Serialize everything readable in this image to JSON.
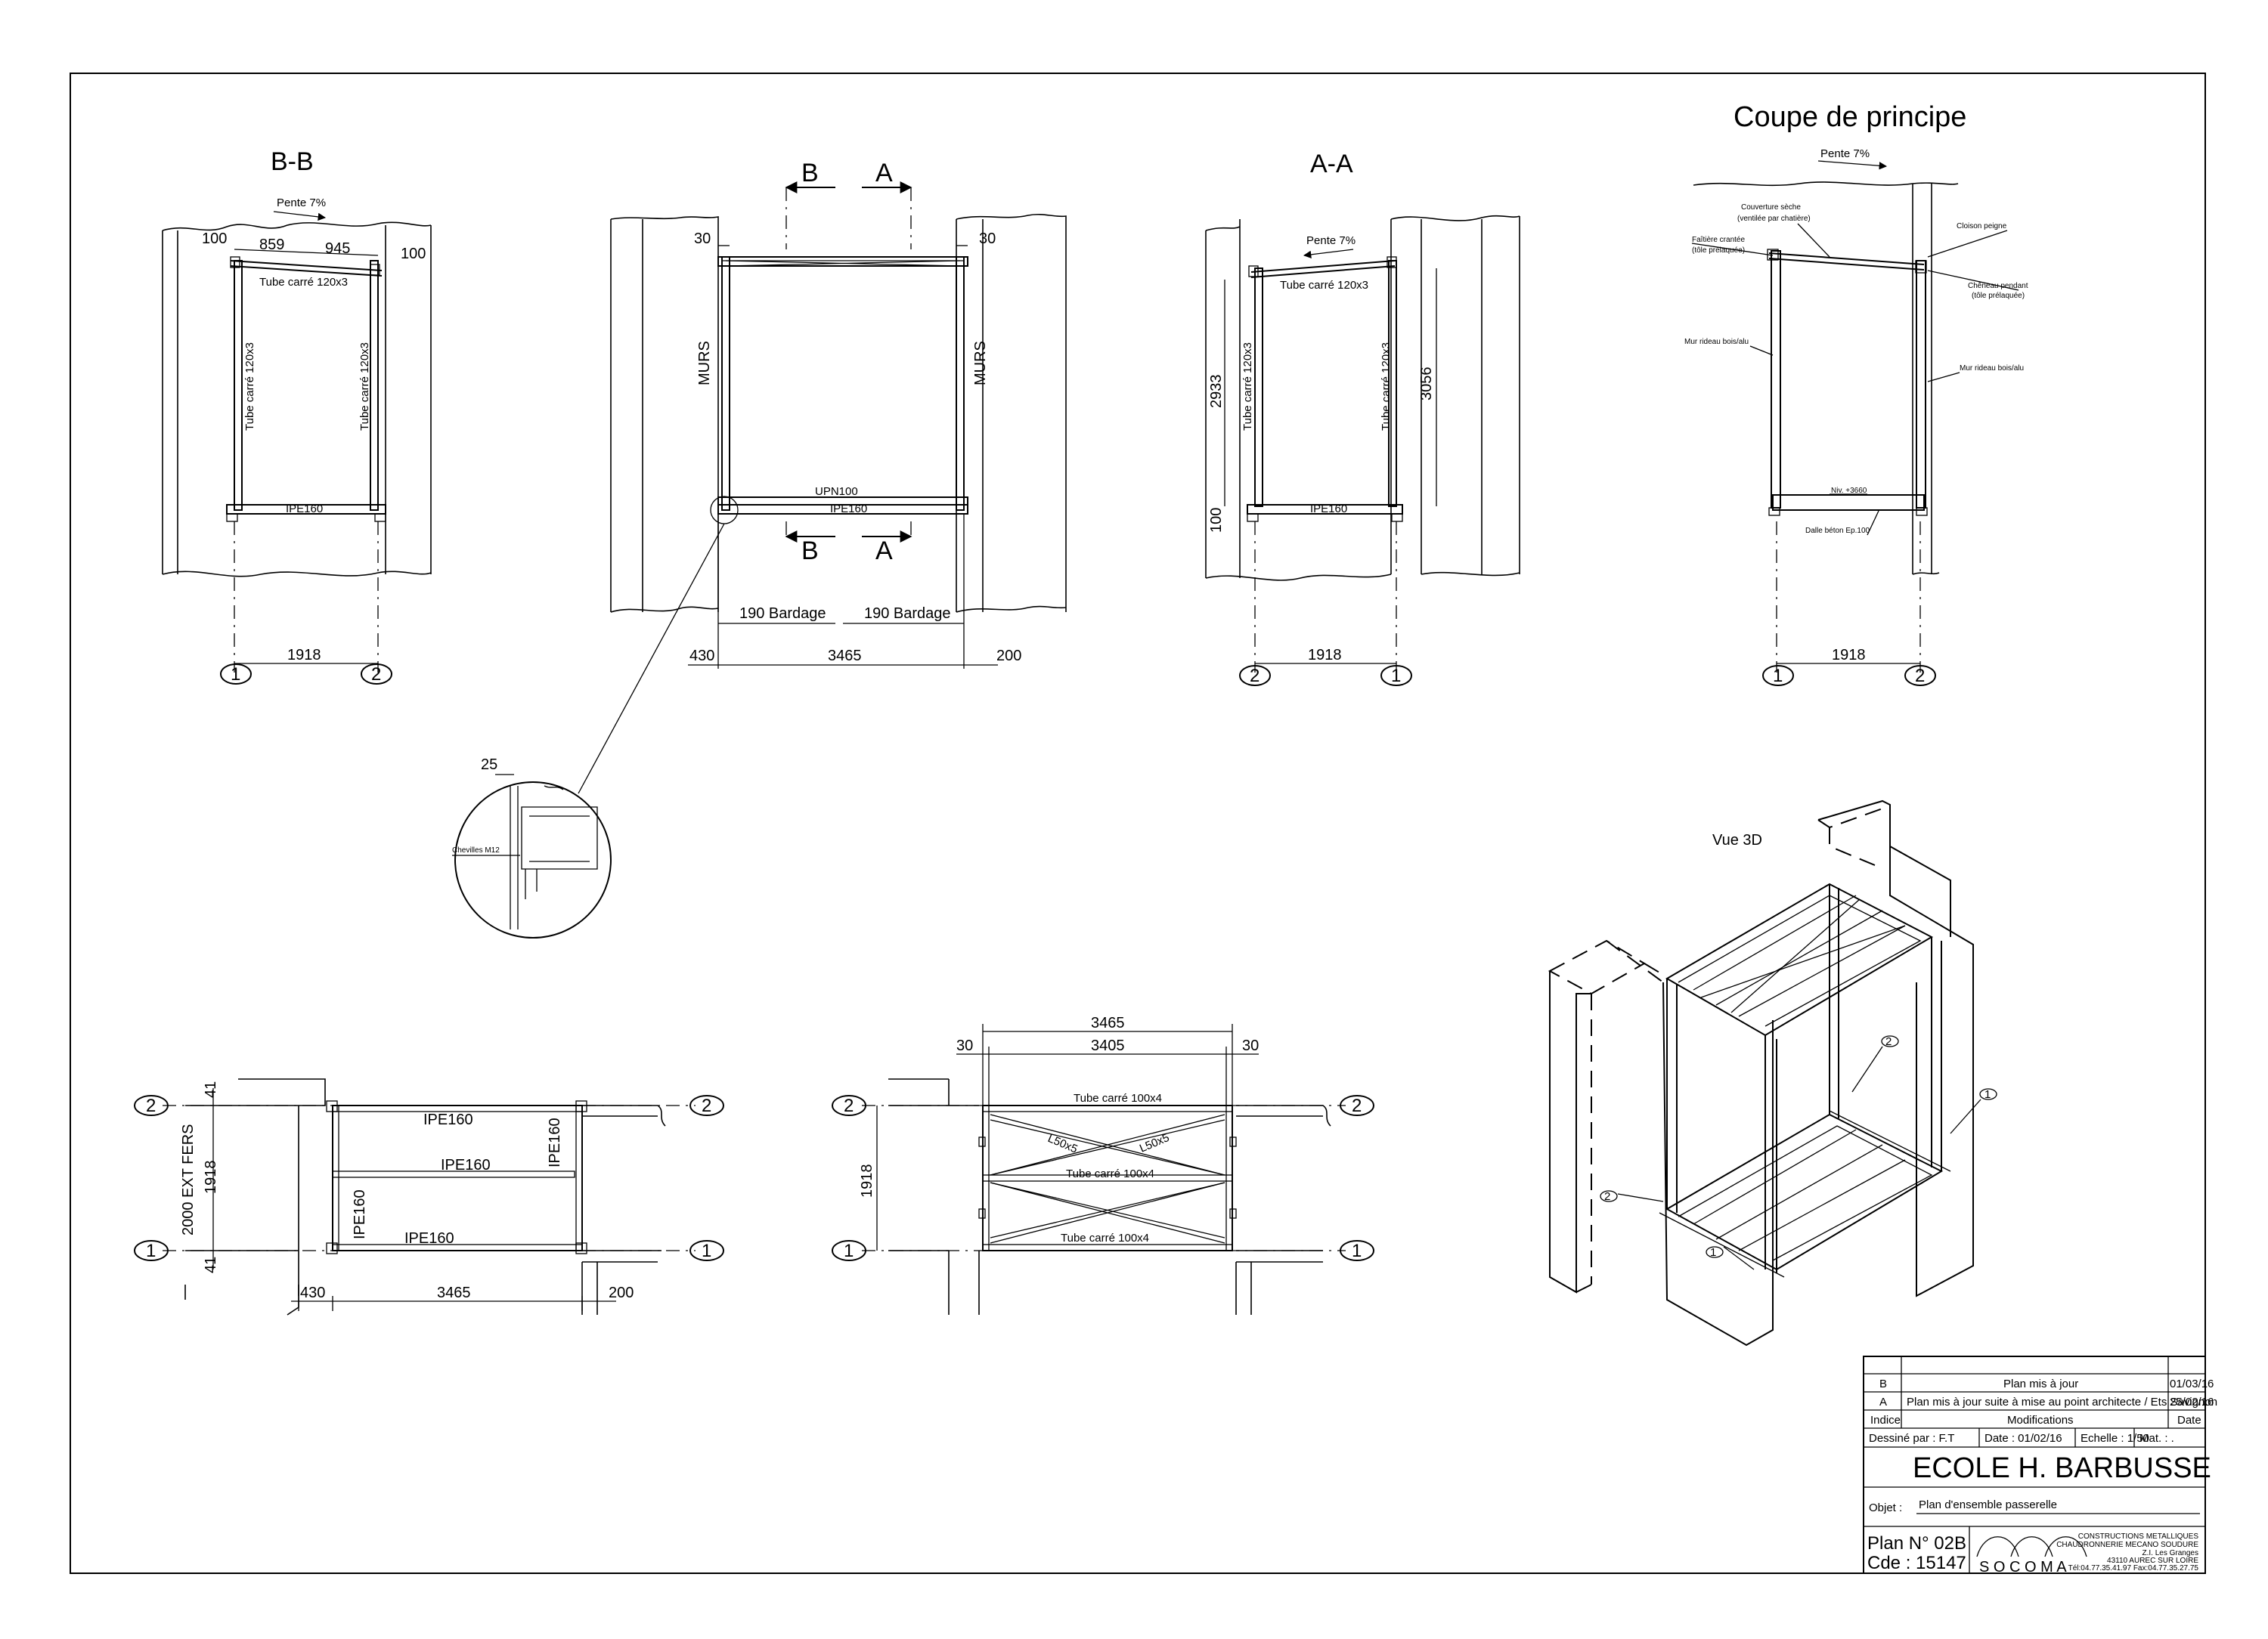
{
  "views": {
    "bb": {
      "title": "B-B",
      "pente": "Pente 7%",
      "dim_top_left": "100",
      "dim_top_mid1": "859",
      "dim_top_mid2": "945",
      "dim_top_right": "100",
      "tube_top": "Tube carré 120x3",
      "tube_left": "Tube carré 120x3",
      "tube_right": "Tube carré 120x3",
      "ipe": "IPE160",
      "dim_bottom": "1918",
      "axis_left": "1",
      "axis_right": "2"
    },
    "front": {
      "sec_b_top": "B",
      "sec_a_top": "A",
      "sec_b_bot": "B",
      "sec_a_bot": "A",
      "dim_30_left": "30",
      "dim_30_right": "30",
      "murs_left": "MURS",
      "murs_right": "MURS",
      "upn": "UPN100",
      "ipe": "IPE160",
      "bardage_left": "190 Bardage",
      "bardage_right": "190 Bardage",
      "dim_430": "430",
      "dim_3465": "3465",
      "dim_200": "200"
    },
    "aa": {
      "title": "A-A",
      "pente": "Pente 7%",
      "tube_top": "Tube carré 120x3",
      "tube_left": "Tube carré 120x3",
      "tube_right": "Tube carré 120x3",
      "dim_2933": "2933",
      "dim_3056": "3056",
      "dim_100": "100",
      "ipe": "IPE160",
      "dim_bottom": "1918",
      "axis_left": "2",
      "axis_right": "1"
    },
    "coupe": {
      "title": "Coupe de principe",
      "pente": "Pente 7%",
      "couverture": "Couverture sèche",
      "couverture_sub": "(ventilée par chatière)",
      "faitiere": "Faîtière crantée",
      "faitiere_sub": "(tôle prélaquée)",
      "cloison": "Cloison peigne",
      "cheneau": "Chêneau pendant",
      "cheneau_sub": "(tôle prélaquée)",
      "mur_left": "Mur rideau bois/alu",
      "mur_right": "Mur rideau bois/alu",
      "niv": "Niv. +3660",
      "dalle": "Dalle béton Ep.100",
      "dim_bottom": "1918",
      "axis_left": "1",
      "axis_right": "2"
    },
    "detail": {
      "dim": "25",
      "chevilles": "Chevilles M12"
    },
    "plan1": {
      "ipe_top": "IPE160",
      "ipe_mid": "IPE160",
      "ipe_bot": "IPE160",
      "ipe_left": "IPE160",
      "ipe_right": "IPE160",
      "dim_41_top": "41",
      "dim_41_bot": "41",
      "dim_2000": "2000 EXT FERS",
      "dim_1918": "1918",
      "dim_430": "430",
      "dim_3465": "3465",
      "dim_200": "200",
      "axis_2": "2",
      "axis_1": "1"
    },
    "plan2": {
      "dim_3465": "3465",
      "dim_3405": "3405",
      "dim_30_left": "30",
      "dim_30_right": "30",
      "tube_top": "Tube carré 100x4",
      "tube_mid": "Tube carré 100x4",
      "tube_bot": "Tube carré 100x4",
      "l50_left": "L50x5",
      "l50_right": "L50x5",
      "dim_1918": "1918",
      "axis_2": "2",
      "axis_1": "1"
    },
    "vue3d": {
      "title": "Vue 3D",
      "axis_2a": "2",
      "axis_1a": "1",
      "axis_2b": "2",
      "axis_1b": "1"
    }
  },
  "cartouche": {
    "rev_b_indice": "B",
    "rev_b_modif": "Plan mis à jour",
    "rev_b_date": "01/03/16",
    "rev_a_indice": "A",
    "rev_a_modif": "Plan mis à jour suite à mise au point architecte / Ets Savignon",
    "rev_a_date": "25/02/16",
    "hdr_indice": "Indice",
    "hdr_modif": "Modifications",
    "hdr_date": "Date",
    "dessine": "Dessiné par : F.T",
    "date": "Date : 01/02/16",
    "echelle": "Echelle : 1/50",
    "mat": "Mat. : .",
    "projet": "ECOLE H. BARBUSSE",
    "objet_label": "Objet :",
    "objet": "Plan d'ensemble passerelle",
    "plan_n": "Plan N°  02B",
    "cde": "Cde :  15147",
    "logo": "S O C O M A",
    "company_1": "CONSTRUCTIONS METALLIQUES",
    "company_2": "CHAUDRONNERIE MECANO SOUDURE",
    "company_3": "Z.I. Les Granges",
    "company_4": "43110 AUREC SUR LOIRE",
    "company_5": "Tél:04.77.35.41.97 Fax:04.77.35.27.75"
  }
}
